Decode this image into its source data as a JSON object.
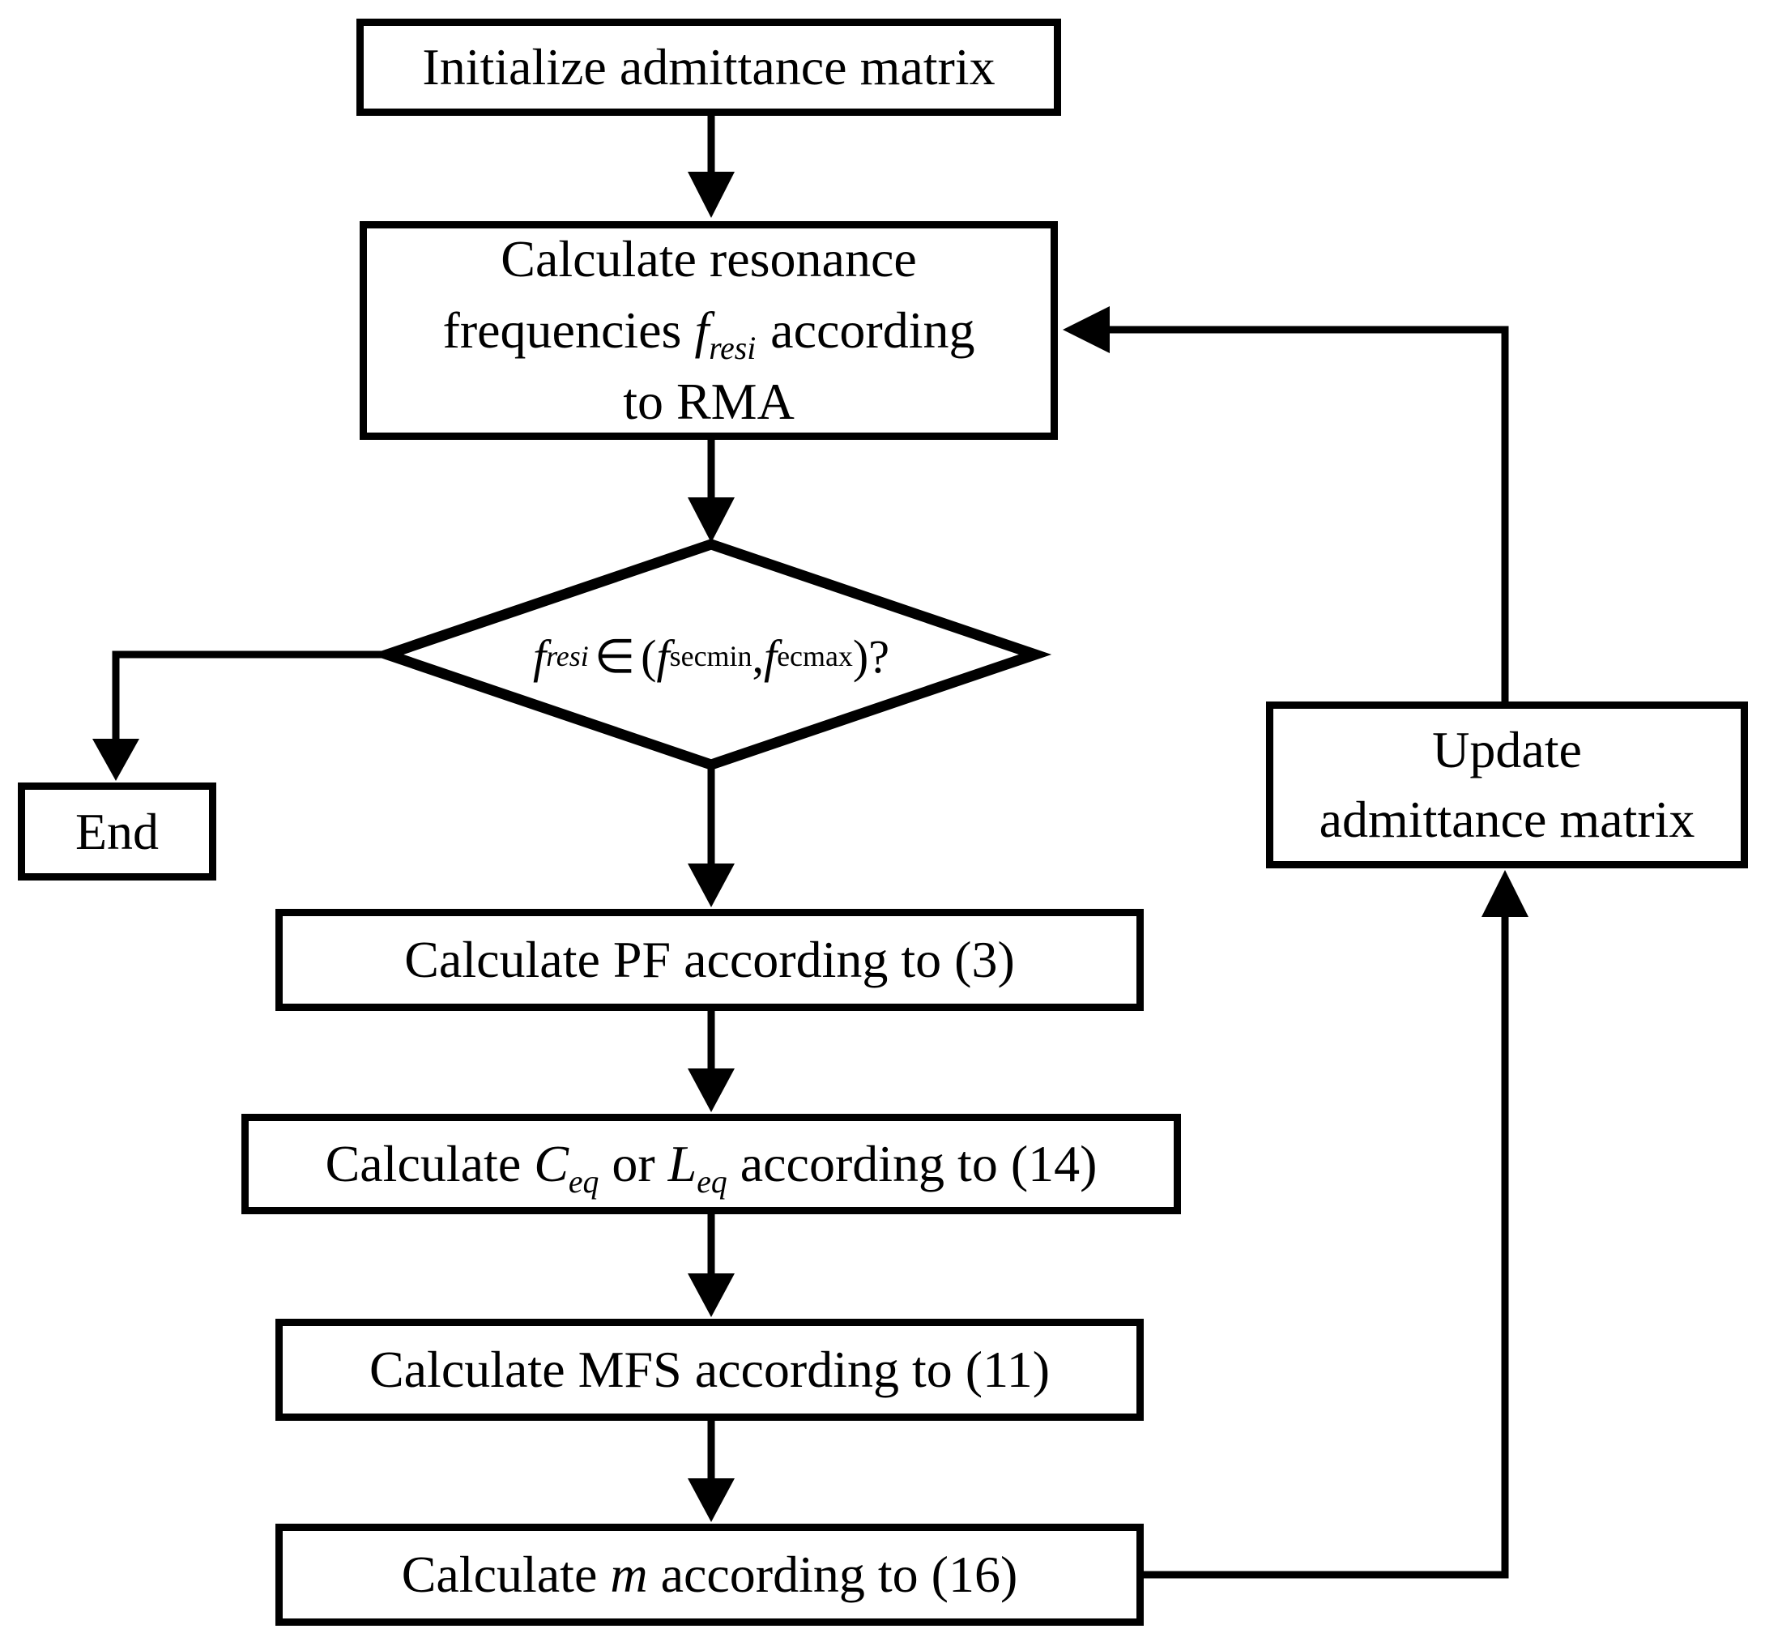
{
  "diagram": {
    "type": "flowchart",
    "colors": {
      "background": "#ffffff",
      "line": "#000000",
      "text": "#000000"
    },
    "nodes": {
      "init": {
        "label": "Initialize admittance matrix"
      },
      "resonance": {
        "line1": "Calculate resonance",
        "line2_pre": "frequencies ",
        "line2_var": "f",
        "line2_sub": "resi",
        "line2_post": "according",
        "line3": "to RMA"
      },
      "decision": {
        "var1": "f",
        "var1_sub": "resi",
        "element_of": "∈",
        "open_paren": "(",
        "var2": "f",
        "var2_sub": "secmin",
        "comma": ",",
        "var3": "f",
        "var3_sub": "ecmax",
        "close_paren": ")?"
      },
      "end": {
        "label": "End"
      },
      "pf": {
        "label": "Calculate PF according to (3)"
      },
      "ceq": {
        "pre": "Calculate ",
        "var1": "C",
        "var1_sub": "eq",
        "mid": " or ",
        "var2": "L",
        "var2_sub": "eq",
        "post": " according to (14)"
      },
      "mfs": {
        "label": "Calculate MFS according to (11)"
      },
      "m": {
        "pre": "Calculate ",
        "var": "m",
        "post": " according to (16)"
      },
      "update": {
        "line1": "Update",
        "line2": "admittance matrix"
      }
    },
    "edges": [
      {
        "from": "init",
        "to": "resonance"
      },
      {
        "from": "resonance",
        "to": "decision"
      },
      {
        "from": "decision",
        "to": "end"
      },
      {
        "from": "decision",
        "to": "pf"
      },
      {
        "from": "pf",
        "to": "ceq"
      },
      {
        "from": "ceq",
        "to": "mfs"
      },
      {
        "from": "mfs",
        "to": "m"
      },
      {
        "from": "m",
        "to": "update"
      },
      {
        "from": "update",
        "to": "resonance"
      }
    ]
  }
}
